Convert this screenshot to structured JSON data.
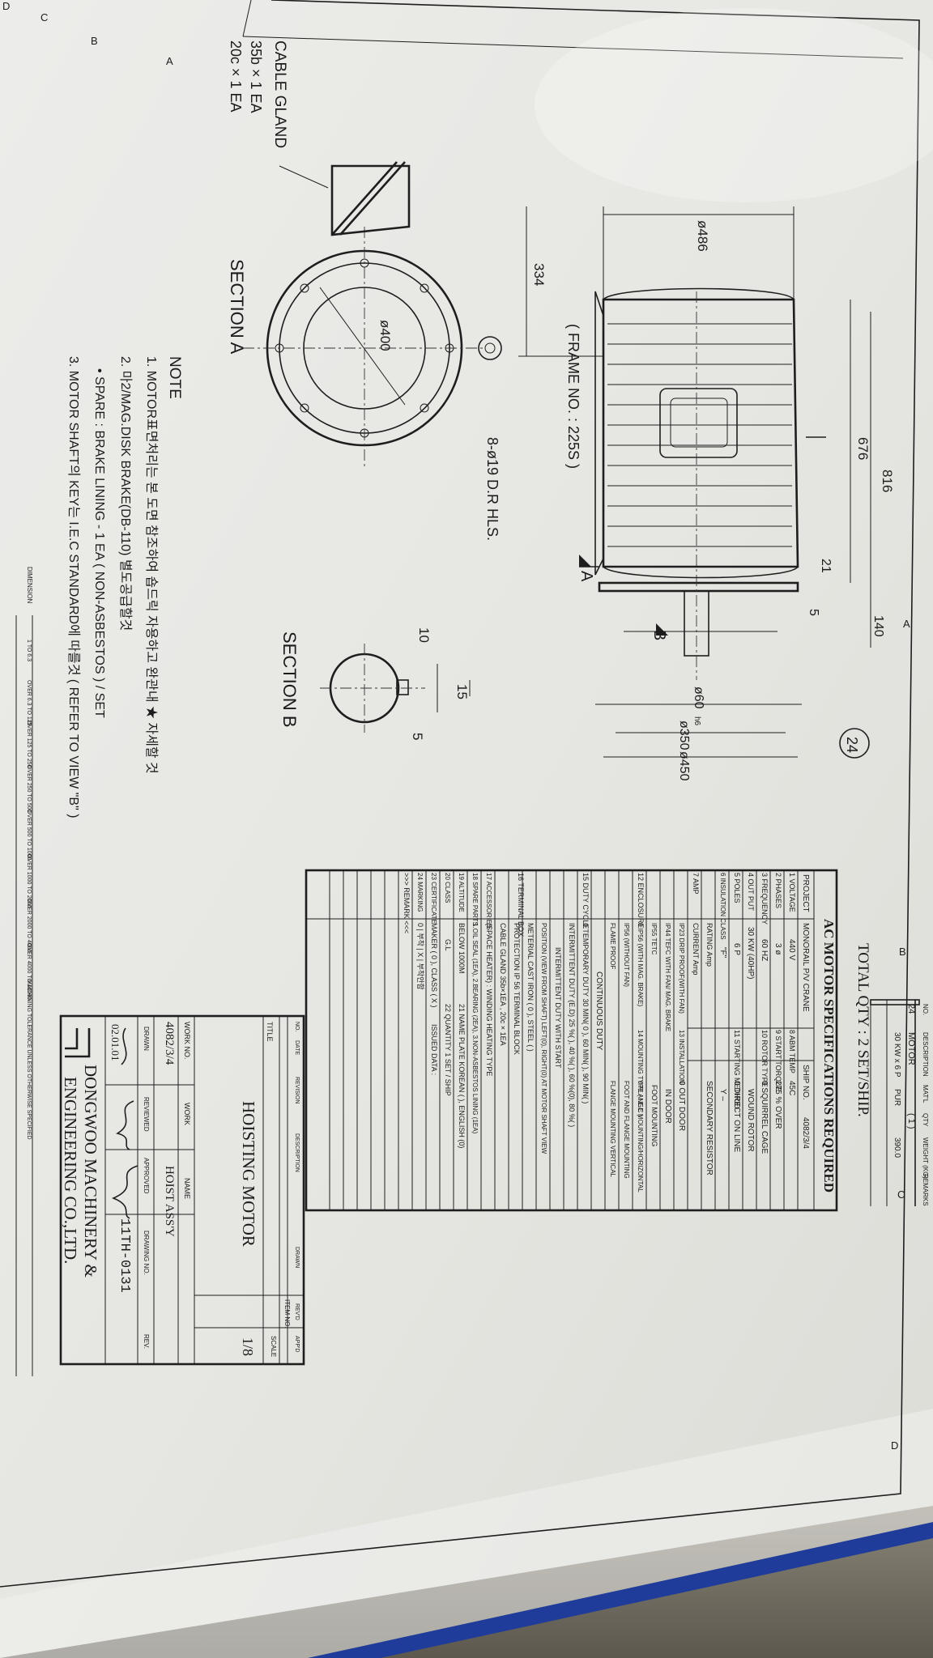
{
  "zones": {
    "a_top": "A",
    "b_top": "B",
    "c_top": "C",
    "d_top": "D",
    "a_right": "A",
    "b_right": "B",
    "c_right": "C",
    "d_right": "D"
  },
  "drawing": {
    "dim_486": "ø486",
    "dim_334": "334",
    "dim_816": "816",
    "dim_676": "676",
    "dim_21": "21",
    "dim_5": "5",
    "dim_140": "140",
    "dim_60": "ø60",
    "dim_60_tol": "h6",
    "dim_350": "ø350",
    "dim_450": "ø450",
    "dim_400": "ø400",
    "frame_no": "( FRAME NO. : 225S )",
    "holes": "8-ø19 D.R HLS.",
    "section_a": "SECTION A",
    "section_b": "SECTION B",
    "arrow_a": "A",
    "arrow_b": "B",
    "sec_b_10": "10",
    "sec_b_15": "15",
    "sec_b_5": "5",
    "item_no": "24",
    "cable_gland_title": "CABLE GLAND",
    "cable_gland_1": "35b × 1 EA",
    "cable_gland_2": "20c × 1 EA"
  },
  "notes": {
    "title": "NOTE",
    "n1": "1. MOTOR표면처리는 본 도면 참조하여 숍드릭 자용하고 완관내 ★ 자세할 것",
    "n2": "2. 마2/MAG.DISK BRAKE(DB-110) 별도공급할것",
    "n2b": "• SPARE : BRAKE LINING - 1 EA ( NON-ASBESTOS ) / SET",
    "n3": "3. MOTOR SHAFT의 KEY는 I.E.C STANDARD에 따를것 ( REFER TO VIEW \"B\" )"
  },
  "parts_list": {
    "headers": [
      "NO.",
      "DESCRIPTION",
      "MAT'L",
      "QTY",
      "WEIGHT (KG)",
      "REMARKS"
    ],
    "row1": {
      "no": "24",
      "desc": "MOTOR",
      "mat": "PUR",
      "qty": "( 1 )",
      "weight": "390.0"
    },
    "row2": {
      "desc": "30 KW x 6 P"
    }
  },
  "total_qty": "TOTAL QTY : 2 SET/SHIP.",
  "spec": {
    "title": "AC MOTOR SPECIFICATIONS REQUIRED",
    "project_label": "PROJECT",
    "project": "MONORAIL P/V CRANE",
    "ship_no_label": "SHIP NO.",
    "ship_no": "4082/3/4",
    "voltage_label": "1 VOLTAGE",
    "voltage": "440 V",
    "abm_label": "8 ABM TEMP",
    "abm": "45C",
    "phases_label": "2 PHASES",
    "phases": "3 ø",
    "torque_label": "9 START TORQUE",
    "torque": "275 % OVER",
    "freq_label": "3 FREQUENCY",
    "freq": "60 HZ",
    "rotor_label": "10 ROTOR TYPE",
    "rotor1": "0 SQUIRREL CAGE",
    "rotor2": "WOUND ROTOR",
    "output_label": "4 OUT PUT",
    "output": "30 KW (40HP)",
    "start_label": "11 STARTING METHOD",
    "start1": "0 DIRECT ON LINE",
    "start2": "Y –",
    "start3": "SECONDARY RESISTOR",
    "poles_label": "5 POLES",
    "poles": "6 P",
    "ins_label": "6 INSULATION CLASS",
    "ins": "\"F\"",
    "amp_label": "7 AMP",
    "amp1": "RATING Amp",
    "amp2": "CURRENT Amp",
    "inst_label": "13 INSTALLATION",
    "inst1": "0 OUT DOOR",
    "inst2": "IN DOOR",
    "encl_label": "12 ENCLOSURE",
    "encl1": "IP23 DRIP PROOF(WITH FAN)",
    "encl2": "IP44 TEFC WITH FAN/ MAG. BRAKE",
    "encl3": "IP55 TETC",
    "encl4": "0 IP56 (WITH MAG. BRAKE)",
    "encl5": "IP56 (WITHOUT FAN)",
    "encl6": "FLAME PROOF",
    "mount_label": "14 MOUNTING TYPE ( I.E.C )",
    "mount1": "FOOT MOUNTING",
    "mount2": "0 FLANGE MOUNTING/HORIZONTAL",
    "mount3": "FOOT AND FLANGE MOUNTING",
    "mount4": "FLANGE MOUNTING VERTICAL",
    "duty_label": "15 DUTY CYCLE",
    "duty1": "CONTINUOUS DUTY",
    "duty2": "0 TEMPORARY DUTY   30 MIN( 0 ), 60 MIN( ), 90 MIN( )",
    "duty3": "INTERMITTENT DUTY (E.D) 25 %( ), 40 %( ), 60 %(0), 80 %( )",
    "duty4": "INTERMITTENT DUTY WITH START",
    "term_label": "16 TERMINAL BOX",
    "term1": "POSITION (VIEW FROM SHAFT) LEFT(0), RIGHT(0) AT MOTOR SHAFT VIEW",
    "term2": "METERIAL  CAST IRON ( 0 ), STEEL ( )",
    "term3": "PROTECTION  IP 56  TERMINAL BLOCK",
    "term4": "CABLE GLAND  35b×1EA , 20c × 1EA",
    "acc_label": "17 ACCESSORIES",
    "acc": "(SPACE HEATER) : WINDING HEATING TYPE",
    "spare_label": "18 SPARE PARTS",
    "spare": "1.OIL SEAL (1EA), 2.BEARING (2EA), 3.NON-ASBESTOS LINING (1EA)",
    "alt_label": "19 ALTITUDE",
    "alt": "BELOW 1000M",
    "nameplate": "21 NAME PLATE  KOREAN ( ), ENGLISH (0)",
    "class_label": "20 CLASS",
    "class": "G.L",
    "qty": "22 QUANTITY   1 SET / SHIP",
    "cert_label": "23 CERTIFICATE",
    "cert": "MAKER ( 0 ), CLASS ( X )",
    "issued": "ISSUED DATA :",
    "mark_label": "24 MARKING",
    "mark": "0 | 부착 | X | 부착안함",
    "remark": ">>> REMARK <<<"
  },
  "title_block": {
    "company1": "DONGWOO MACHINERY &",
    "company2": "ENGINEERING CO.,LTD.",
    "title_label": "TITLE",
    "title": "HOISTING MOTOR",
    "work_no_label": "WORK NO.",
    "work_label": "WORK",
    "name_label": "NAME",
    "work_no": "4082/3/4",
    "name": "HOIST ASS'Y",
    "drawn": "DRAWN",
    "reviewed": "REVIEWED",
    "approved": "APPROVED",
    "drawing_no": "DRAWING NO.",
    "date": "02.01.01",
    "drawing_no_value": "11TH-0131",
    "scale_label": "SCALE",
    "scale": "1/8",
    "rev": "REV.",
    "rev_headers": [
      "NO.",
      "DATE",
      "REVISION",
      "DESCRIPTION",
      "DRAWN",
      "REV'D",
      "APP'D"
    ],
    "item_no": "ITEM NO."
  },
  "tolerance": {
    "label": "DIMENSION",
    "row": [
      "1 TO 6.3",
      "OVER 6.3 TO 125",
      "OVER 125 TO 250",
      "OVER 250 TO 500",
      "OVER 500 TO 1000",
      "OVER 1000 TO 2000",
      "OVER 2000 TO 4000",
      "OVER 4000 TO 10000"
    ],
    "machining": "MACHINING TOLERANCE UNLESS OTHERWISE SPECIFIED"
  }
}
